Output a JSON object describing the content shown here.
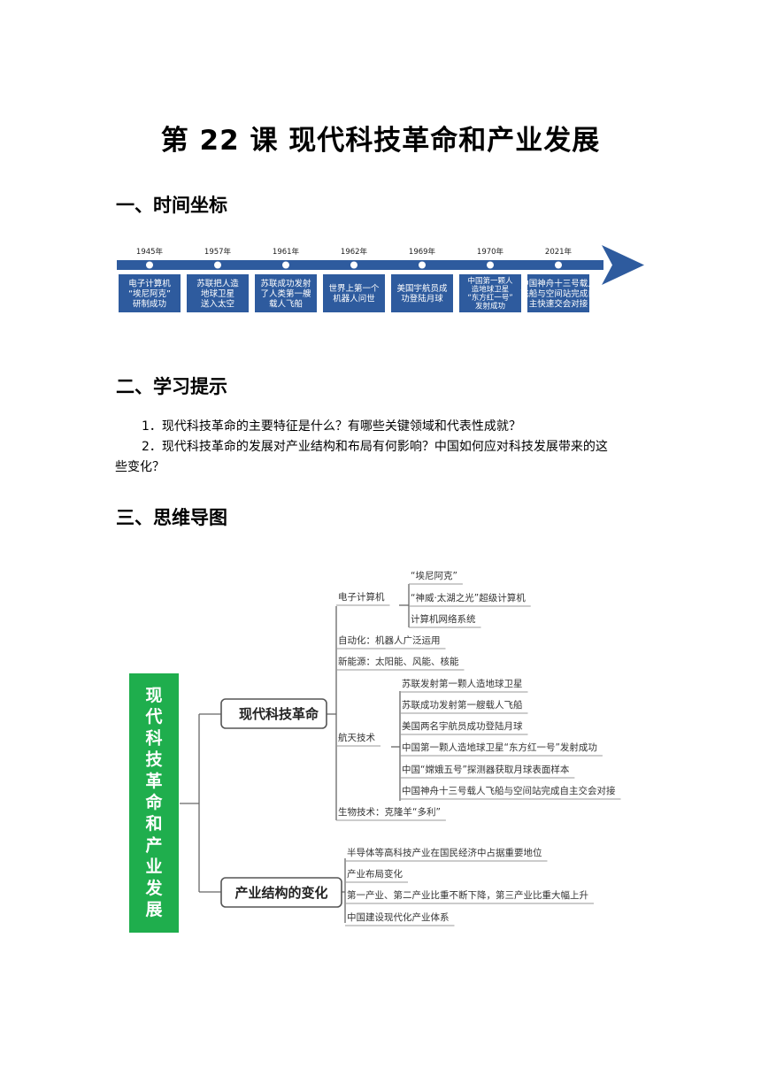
{
  "title": "第 22 课  现代科技革命和产业发展",
  "sections": {
    "timeline_heading": "一、时间坐标",
    "hints_heading": "二、学习提示",
    "mindmap_heading": "三、思维导图"
  },
  "timeline": [
    {
      "year": "1945年",
      "lines": [
        "电子计算机",
        "“埃尼阿克”",
        "研制成功"
      ]
    },
    {
      "year": "1957年",
      "lines": [
        "苏联把人造",
        "地球卫星",
        "送入太空"
      ]
    },
    {
      "year": "1961年",
      "lines": [
        "苏联成功发射",
        "了人类第一艘",
        "载人飞船"
      ]
    },
    {
      "year": "1962年",
      "lines": [
        "世界上第一个",
        "机器人问世"
      ]
    },
    {
      "year": "1969年",
      "lines": [
        "美国宇航员成",
        "功登陆月球"
      ]
    },
    {
      "year": "1970年",
      "lines": [
        "中国第一颗人",
        "造地球卫星",
        "“东方红一号”",
        "发射成功"
      ]
    },
    {
      "year": "2021年",
      "lines": [
        "中国神舟十三号载人",
        "飞船与空间站完成自",
        "主快速交会对接"
      ]
    }
  ],
  "hints": [
    "1．现代科技革命的主要特征是什么？有哪些关键领域和代表性成就？",
    "2．现代科技革命的发展对产业结构和布局有何影响？中国如何应对科技发展带来的这",
    "些变化？"
  ],
  "mindmap": {
    "root": "现代科技革命和产业发展",
    "branch1": {
      "label": "现代科技革命",
      "computer": {
        "label": "电子计算机",
        "items": [
          "“埃尼阿克”",
          "“神威·太湖之光”超级计算机",
          "计算机网络系统"
        ]
      },
      "automation": "自动化：机器人广泛运用",
      "energy": "新能源：太阳能、风能、核能",
      "space": {
        "label": "航天技术",
        "items": [
          "苏联发射第一颗人造地球卫星",
          "苏联成功发射第一艘载人飞船",
          "美国两名宇航员成功登陆月球",
          "中国第一颗人造地球卫星“东方红一号”发射成功",
          "中国“嫦娥五号”探测器获取月球表面样本",
          "中国神舟十三号载人飞船与空间站完成自主交会对接"
        ]
      },
      "bio": "生物技术：克隆羊“多利”"
    },
    "branch2": {
      "label": "产业结构的变化",
      "items": [
        "半导体等高科技产业在国民经济中占据重要地位",
        "产业布局变化",
        "第一产业、第二产业比重不断下降，第三产业比重大幅上升",
        "中国建设现代化产业体系"
      ]
    }
  },
  "colors": {
    "timeline_blue": "#2e5b9e",
    "mindmap_green": "#1fae4d"
  }
}
